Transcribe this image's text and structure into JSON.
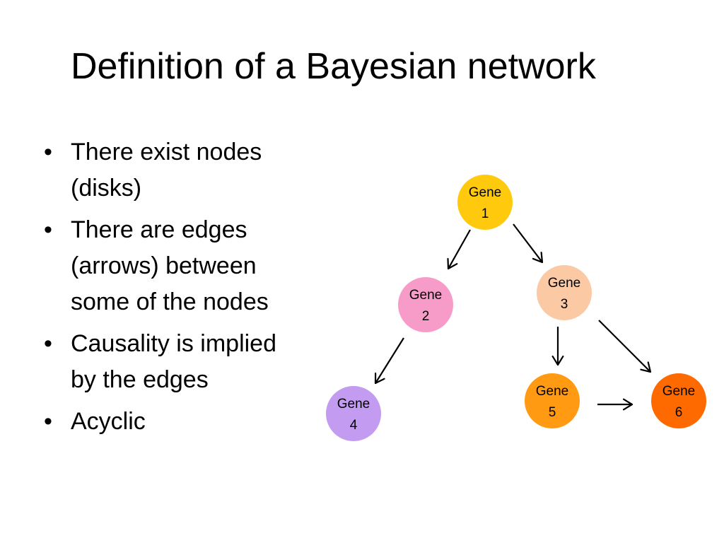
{
  "slide": {
    "title": "Definition of a Bayesian network",
    "bullets": [
      {
        "lines": [
          "There exist nodes",
          "(disks)"
        ]
      },
      {
        "lines": [
          "There are edges",
          "(arrows) between",
          "some of the nodes"
        ]
      },
      {
        "lines": [
          "Causality is implied",
          "by the edges"
        ]
      },
      {
        "lines": [
          "Acyclic"
        ]
      }
    ]
  },
  "diagram": {
    "nodes": [
      {
        "id": "gene1",
        "line1": "Gene",
        "line2": "1",
        "color": "#FFC90E"
      },
      {
        "id": "gene2",
        "line1": "Gene",
        "line2": "2",
        "color": "#F79BC9"
      },
      {
        "id": "gene3",
        "line1": "Gene",
        "line2": "3",
        "color": "#FBC9A3"
      },
      {
        "id": "gene4",
        "line1": "Gene",
        "line2": "4",
        "color": "#C39BF0"
      },
      {
        "id": "gene5",
        "line1": "Gene",
        "line2": "5",
        "color": "#FF9A12"
      },
      {
        "id": "gene6",
        "line1": "Gene",
        "line2": "6",
        "color": "#FF6A00"
      }
    ],
    "edges": [
      {
        "from": "gene1",
        "to": "gene2"
      },
      {
        "from": "gene1",
        "to": "gene3"
      },
      {
        "from": "gene2",
        "to": "gene4"
      },
      {
        "from": "gene3",
        "to": "gene5"
      },
      {
        "from": "gene3",
        "to": "gene6"
      },
      {
        "from": "gene5",
        "to": "gene6"
      }
    ]
  }
}
